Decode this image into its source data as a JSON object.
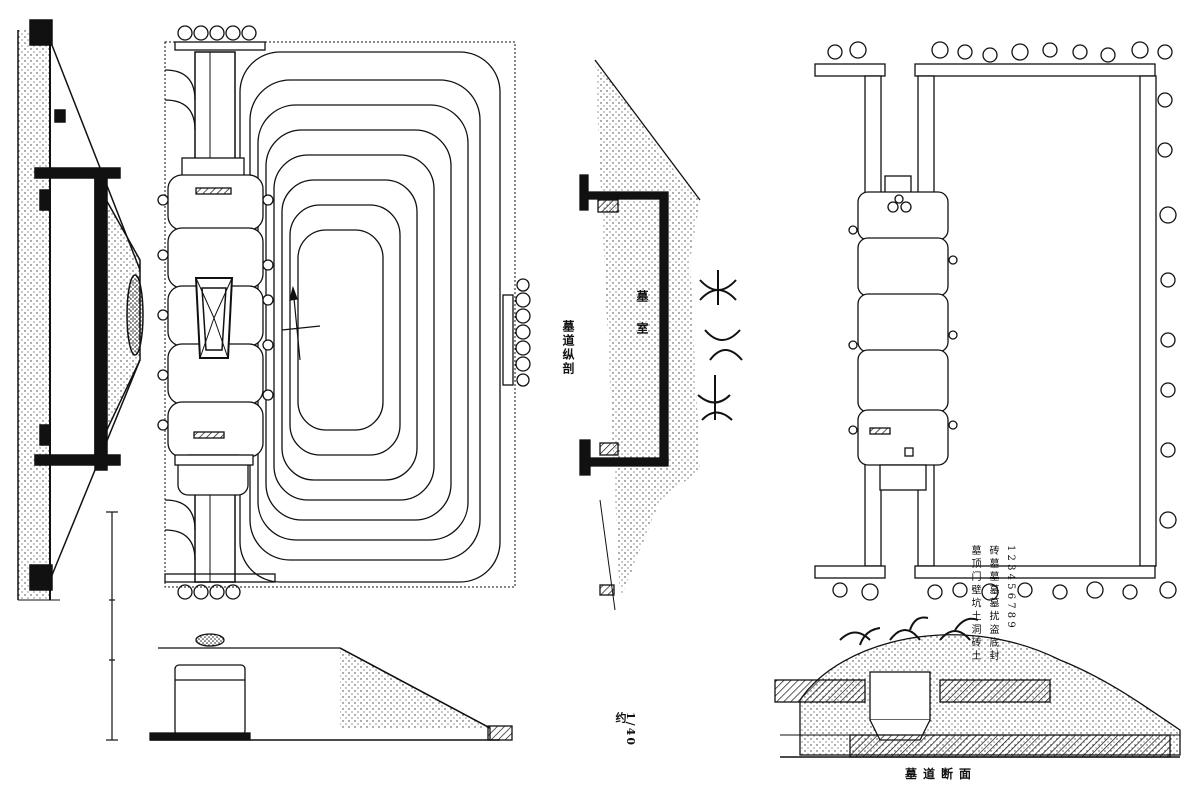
{
  "labels": {
    "side_section_label": "墓道纵剖",
    "tomb_section_label": "墓室",
    "bottom_right_label": "墓道断面",
    "scale_ratio": "1/40",
    "scale_prefix": "约"
  },
  "legend": {
    "columns": [
      "1 2 3 4 5 6 7 8 9",
      "砖 墓 墓 墓 墓 扰 盗 底 封",
      "墓 顶 门 壁 坑 土 洞 砖 土"
    ]
  },
  "colors": {
    "ink": "#111111",
    "paper": "#ffffff",
    "stipple": "#555555"
  }
}
